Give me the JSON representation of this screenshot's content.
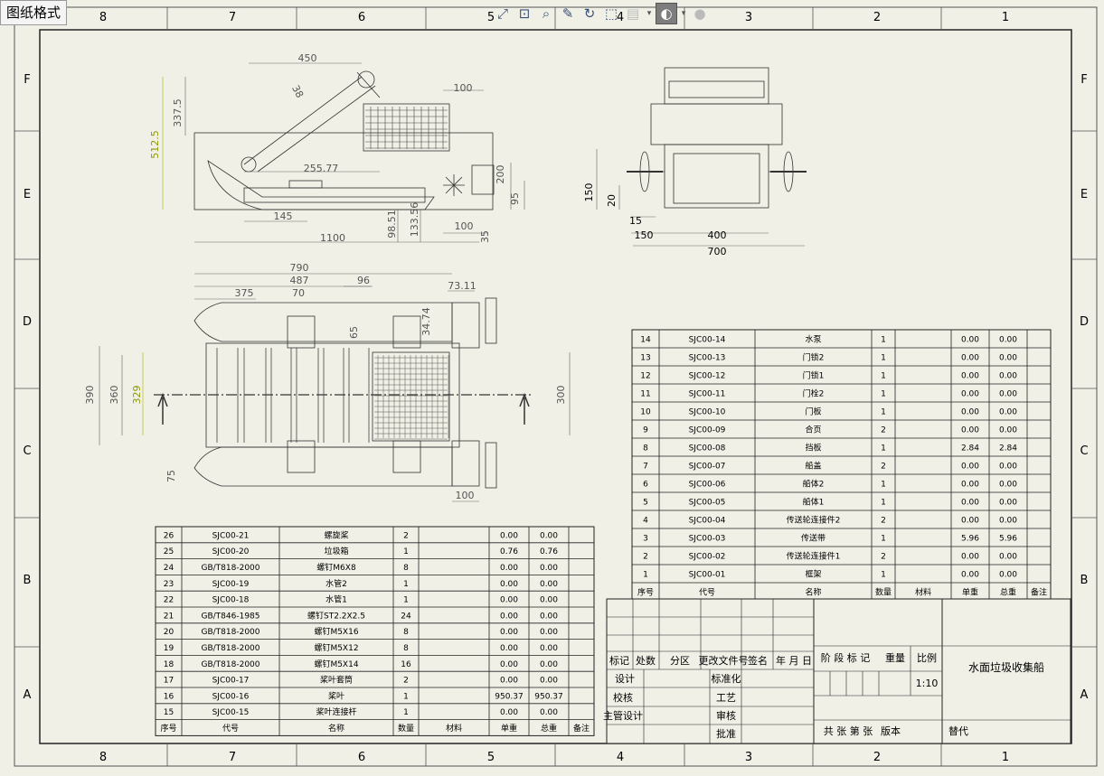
{
  "tab_label": "图纸格式",
  "toolbar": {
    "icons": [
      "zoom-to-fit-icon",
      "zoom-to-area-icon",
      "zoom-in-out-icon",
      "zoom-pan-icon",
      "select-icon",
      "rotate-icon",
      "view-orientation-icon",
      "display-style-icon",
      "hide-show-icon",
      "appearance-icon",
      "lights-icon"
    ]
  },
  "frame": {
    "top_cols": [
      "8",
      "7",
      "6",
      "5",
      "4",
      "3",
      "2",
      "1"
    ],
    "bottom_cols": [
      "8",
      "7",
      "6",
      "5",
      "4",
      "3",
      "2",
      "1"
    ],
    "left_rows": [
      "F",
      "E",
      "D",
      "C",
      "B",
      "A"
    ],
    "right_rows": [
      "F",
      "E",
      "D",
      "C",
      "B",
      "A"
    ]
  },
  "side_view": {
    "dims": [
      "450",
      "38",
      "337.5",
      "512.5",
      "100",
      "255.77",
      "200",
      "95",
      "145",
      "98.51",
      "133.56",
      "100",
      "35",
      "1100"
    ]
  },
  "front_view": {
    "dims": [
      "150",
      "20",
      "15",
      "150",
      "400",
      "700"
    ]
  },
  "top_view": {
    "dims": [
      "790",
      "487",
      "375",
      "70",
      "96",
      "73.11",
      "34.74",
      "65",
      "390",
      "360",
      "329",
      "300",
      "75",
      "100"
    ]
  },
  "bom_upper": {
    "rows": [
      [
        "14",
        "SJC00-14",
        "水泵",
        "1",
        "",
        "0.00",
        "0.00",
        ""
      ],
      [
        "13",
        "SJC00-13",
        "门锁2",
        "1",
        "",
        "0.00",
        "0.00",
        ""
      ],
      [
        "12",
        "SJC00-12",
        "门锁1",
        "1",
        "",
        "0.00",
        "0.00",
        ""
      ],
      [
        "11",
        "SJC00-11",
        "门栓2",
        "1",
        "",
        "0.00",
        "0.00",
        ""
      ],
      [
        "10",
        "SJC00-10",
        "门板",
        "1",
        "",
        "0.00",
        "0.00",
        ""
      ],
      [
        "9",
        "SJC00-09",
        "合页",
        "2",
        "",
        "0.00",
        "0.00",
        ""
      ],
      [
        "8",
        "SJC00-08",
        "挡板",
        "1",
        "",
        "2.84",
        "2.84",
        ""
      ],
      [
        "7",
        "SJC00-07",
        "船盖",
        "2",
        "",
        "0.00",
        "0.00",
        ""
      ],
      [
        "6",
        "SJC00-06",
        "船体2",
        "1",
        "",
        "0.00",
        "0.00",
        ""
      ],
      [
        "5",
        "SJC00-05",
        "船体1",
        "1",
        "",
        "0.00",
        "0.00",
        ""
      ],
      [
        "4",
        "SJC00-04",
        "传送轮连接件2",
        "2",
        "",
        "0.00",
        "0.00",
        ""
      ],
      [
        "3",
        "SJC00-03",
        "传送带",
        "1",
        "",
        "5.96",
        "5.96",
        ""
      ],
      [
        "2",
        "SJC00-02",
        "传送轮连接件1",
        "2",
        "",
        "0.00",
        "0.00",
        ""
      ],
      [
        "1",
        "SJC00-01",
        "框架",
        "1",
        "",
        "0.00",
        "0.00",
        ""
      ]
    ],
    "header": [
      "序号",
      "代号",
      "名称",
      "数量",
      "材料",
      "单重",
      "总重",
      "备注"
    ]
  },
  "bom_lower": {
    "rows": [
      [
        "26",
        "SJC00-21",
        "螺旋桨",
        "2",
        "",
        "0.00",
        "0.00",
        ""
      ],
      [
        "25",
        "SJC00-20",
        "垃圾箱",
        "1",
        "",
        "0.76",
        "0.76",
        ""
      ],
      [
        "24",
        "GB/T818-2000",
        "螺钉M6X8",
        "8",
        "",
        "0.00",
        "0.00",
        ""
      ],
      [
        "23",
        "SJC00-19",
        "水管2",
        "1",
        "",
        "0.00",
        "0.00",
        ""
      ],
      [
        "22",
        "SJC00-18",
        "水管1",
        "1",
        "",
        "0.00",
        "0.00",
        ""
      ],
      [
        "21",
        "GB/T846-1985",
        "螺钉ST2.2X2.5",
        "24",
        "",
        "0.00",
        "0.00",
        ""
      ],
      [
        "20",
        "GB/T818-2000",
        "螺钉M5X16",
        "8",
        "",
        "0.00",
        "0.00",
        ""
      ],
      [
        "19",
        "GB/T818-2000",
        "螺钉M5X12",
        "8",
        "",
        "0.00",
        "0.00",
        ""
      ],
      [
        "18",
        "GB/T818-2000",
        "螺钉M5X14",
        "16",
        "",
        "0.00",
        "0.00",
        ""
      ],
      [
        "17",
        "SJC00-17",
        "桨叶套筒",
        "2",
        "",
        "0.00",
        "0.00",
        ""
      ],
      [
        "16",
        "SJC00-16",
        "桨叶",
        "1",
        "",
        "950.37",
        "950.37",
        ""
      ],
      [
        "15",
        "SJC00-15",
        "桨叶连接杆",
        "1",
        "",
        "0.00",
        "0.00",
        ""
      ]
    ],
    "header": [
      "序号",
      "代号",
      "名称",
      "数量",
      "材料",
      "单重",
      "总重",
      "备注"
    ]
  },
  "title_block": {
    "rev_labels": [
      "标记",
      "处数",
      "分区",
      "更改文件号",
      "签名",
      "年 月 日"
    ],
    "design": "设计",
    "standard": "标准化",
    "check": "校核",
    "process": "工艺",
    "chief": "主管设计",
    "review": "审核",
    "approve": "批准",
    "stage": "阶 段 标 记",
    "weight": "重量",
    "scale_label": "比例",
    "scale": "1:10",
    "title": "水面垃圾收集船",
    "sheets": "共  张 第  张",
    "version": "版本",
    "replace": "替代"
  }
}
